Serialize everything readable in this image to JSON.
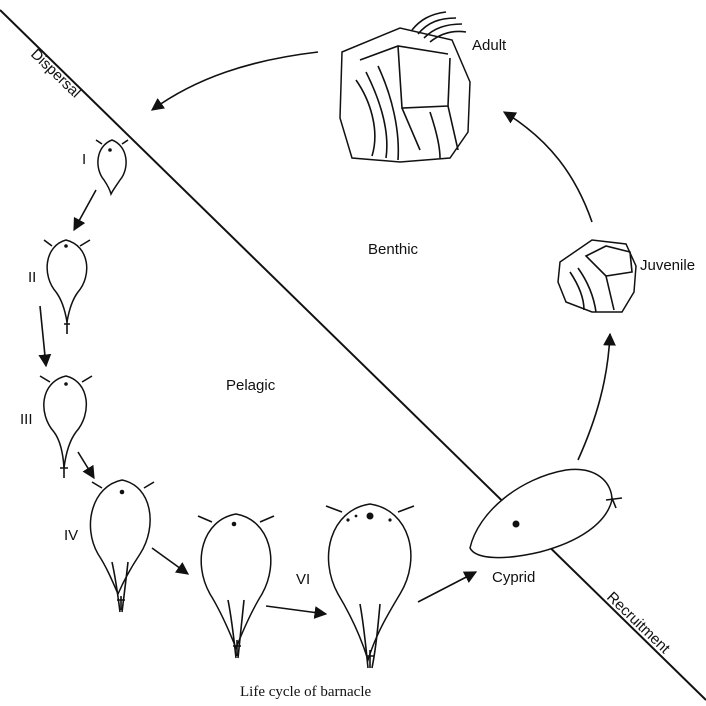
{
  "diagram": {
    "caption": "Life cycle of barnacle",
    "zones": {
      "benthic": "Benthic",
      "pelagic": "Pelagic"
    },
    "divider_labels": {
      "dispersal": "Dispersal",
      "recruitment": "Recruitment"
    },
    "stages": {
      "adult": "Adult",
      "juvenile": "Juvenile",
      "cypris": "Cyprid",
      "nauplius": [
        "I",
        "II",
        "III",
        "IV",
        "",
        "VI"
      ]
    }
  }
}
